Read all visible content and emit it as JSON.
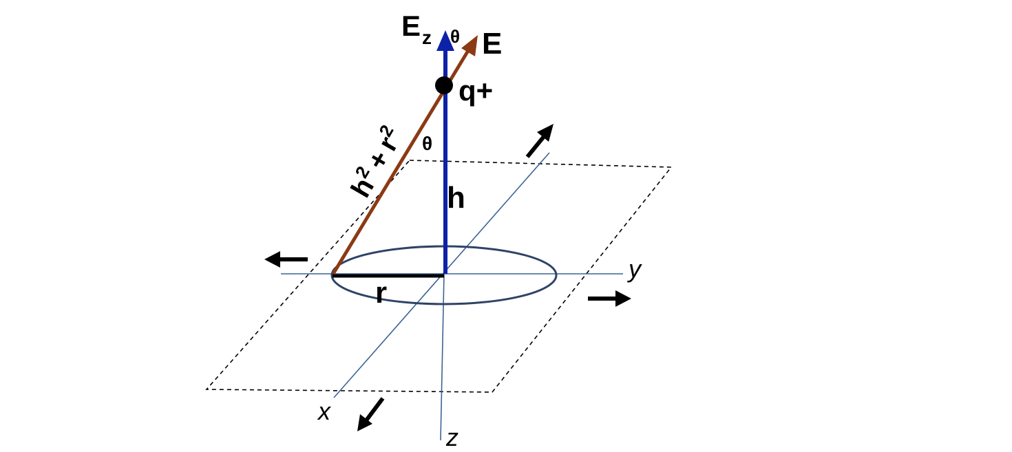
{
  "labels": {
    "field_e": "E",
    "field_ez_main": "E",
    "field_ez_sub": "z",
    "theta_top": "θ",
    "theta_mid": "θ",
    "charge": "q+",
    "height": "h",
    "radius": "r",
    "hyp_h": "h",
    "hyp_h_sq": "2",
    "hyp_plus": "+",
    "hyp_r": "r",
    "hyp_r_sq": "2",
    "axis_x": "x",
    "axis_y": "y",
    "axis_z": "z"
  },
  "colors": {
    "ez_vector": "#0d22a8",
    "e_vector": "#8b3a14",
    "axis": "#3a6494",
    "ring": "#2e4366",
    "plane": "#000000",
    "text": "#000000"
  },
  "icons": [
    "arrow-head-icon",
    "motion-arrow-icon"
  ]
}
